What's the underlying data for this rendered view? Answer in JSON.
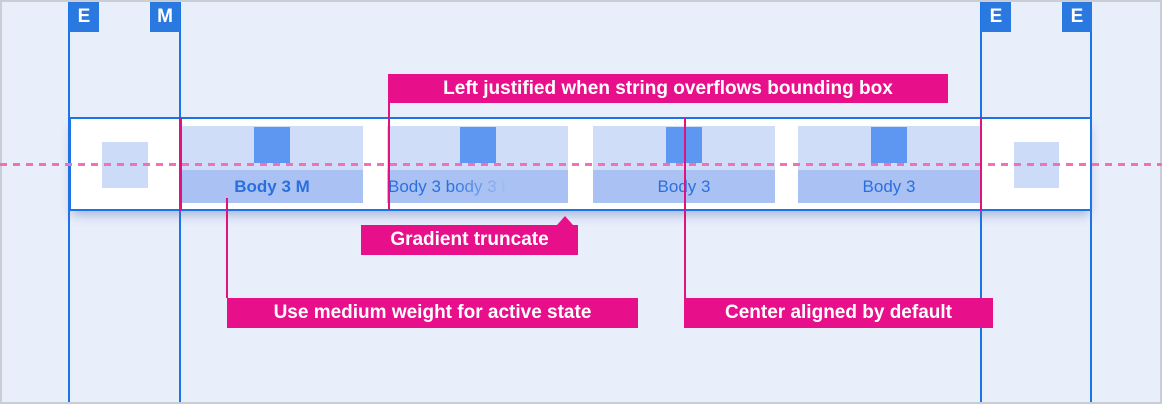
{
  "markers": [
    {
      "label": "E"
    },
    {
      "label": "M"
    },
    {
      "label": "E"
    },
    {
      "label": "E"
    }
  ],
  "tabs": [
    {
      "label": "Body 3 M",
      "state": "active-medium-weight",
      "alignment": "center"
    },
    {
      "label": "Body 3 body 3 b",
      "state": "overflow-gradient-truncated",
      "alignment": "left"
    },
    {
      "label": "Body 3",
      "state": "default",
      "alignment": "center"
    },
    {
      "label": "Body 3",
      "state": "default",
      "alignment": "center"
    }
  ],
  "annotations": [
    {
      "text": "Left justified when string overflows bounding box"
    },
    {
      "text": "Gradient truncate"
    },
    {
      "text": "Use medium weight for active state"
    },
    {
      "text": "Center aligned by default"
    }
  ],
  "colors": {
    "canvas_bg": "#e9eefb",
    "canvas_border": "#c9cdd4",
    "line_blue": "#1b74e8",
    "marker_blue": "#2979e1",
    "tab_light": "#cfddf8",
    "tab_square": "#5d97f1",
    "tab_block": "#a9c2f3",
    "tab_text": "#2b6fdf",
    "square_light": "#ccdbf7",
    "dash_pink": "#f170b7",
    "magenta": "#e80f8b",
    "magenta_line": "#e0127f"
  }
}
